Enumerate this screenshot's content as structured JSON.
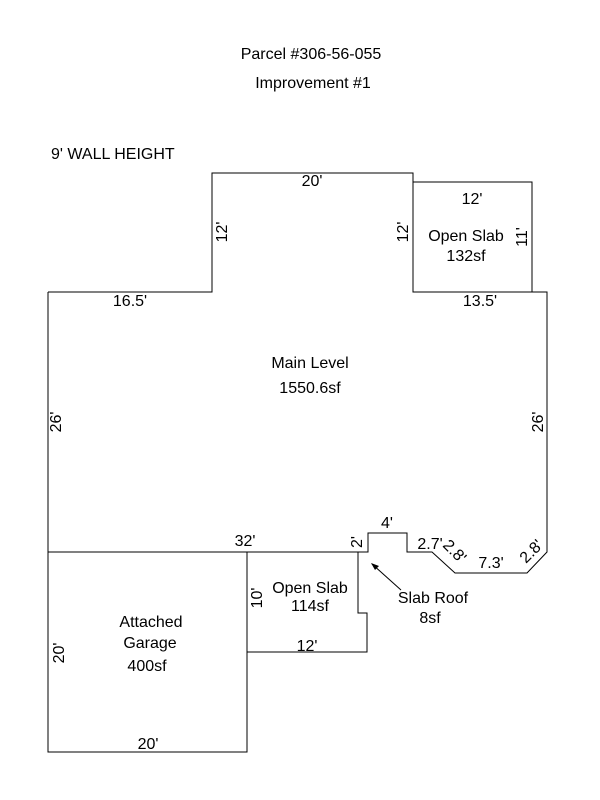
{
  "header": {
    "parcel": "Parcel #306-56-055",
    "improvement": "Improvement #1"
  },
  "wall_height": "9' WALL HEIGHT",
  "main_level": {
    "name": "Main Level",
    "area": "1550.6sf",
    "dims": {
      "top": "20'",
      "upper_left": "12'",
      "upper_right": "12'",
      "left_step": "16.5'",
      "right_step": "13.5'",
      "left_side": "26'",
      "right_side": "26'",
      "bottom": "32'",
      "notch_vertical": "2'",
      "notch_width": "4'",
      "notch_right": "2.7'",
      "angle_left": "2.8'",
      "angle_bottom": "7.3'",
      "angle_right": "2.8'"
    }
  },
  "open_slab_top": {
    "name": "Open Slab",
    "area": "132sf",
    "dims": {
      "top": "12'",
      "right": "11'"
    }
  },
  "open_slab_bottom": {
    "name": "Open Slab",
    "area": "114sf",
    "dims": {
      "left": "10'",
      "bottom": "12'"
    }
  },
  "slab_roof": {
    "name": "Slab Roof",
    "area": "8sf"
  },
  "garage": {
    "name_line1": "Attached",
    "name_line2": "Garage",
    "area": "400sf",
    "dims": {
      "left": "20'",
      "bottom": "20'"
    }
  }
}
